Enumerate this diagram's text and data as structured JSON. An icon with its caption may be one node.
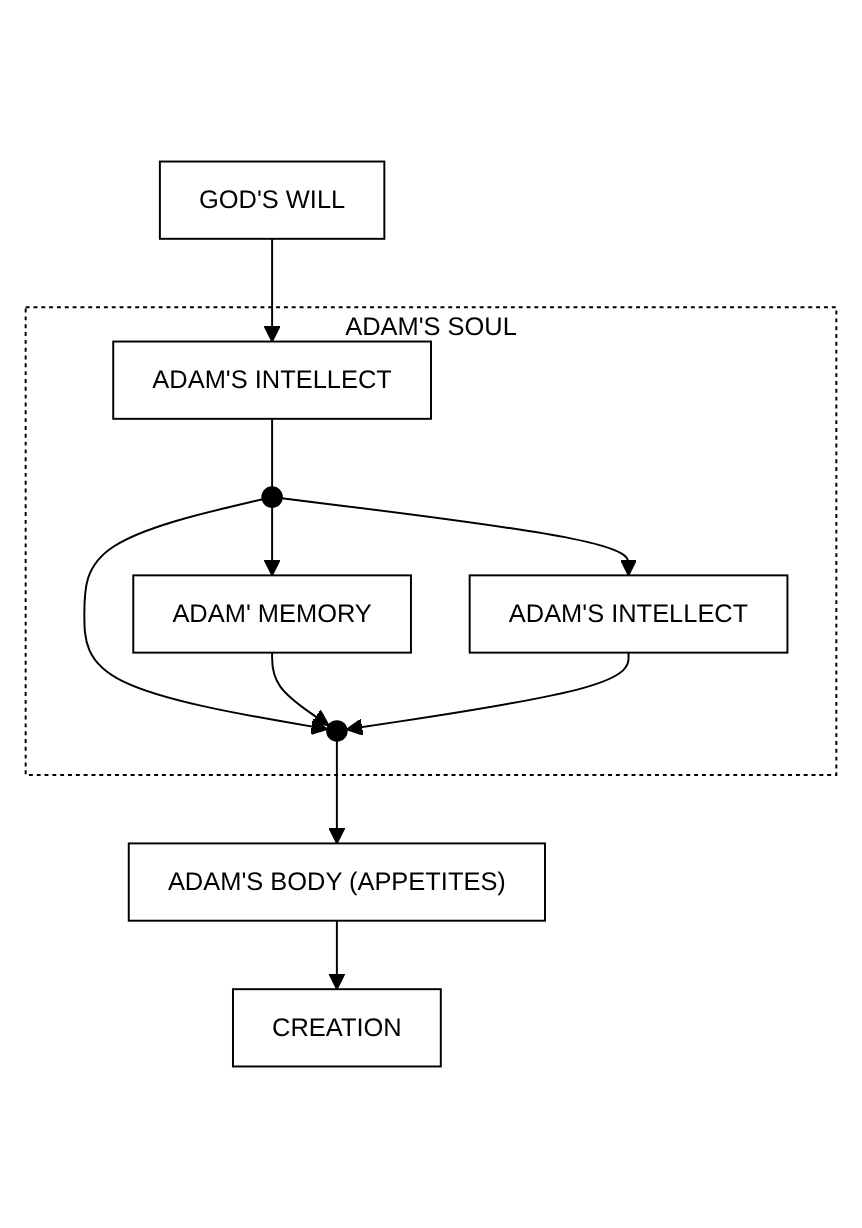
{
  "diagram": {
    "nodes": [
      {
        "text": [
          "GOD'S WILL"
        ]
      },
      {
        "text": [
          "ADAM'S SOUL"
        ]
      },
      {
        "text": [
          "ADAM'S INTELLECT"
        ],
        "in": 1
      },
      {
        "text": [],
        "shape": "circle",
        "in": 1
      },
      {
        "text": [
          "ADAM' MEMORY"
        ],
        "in": 1
      },
      {
        "text": [
          "ADAM'S INTELLECT"
        ],
        "in": 1
      },
      {
        "text": [],
        "shape": "circle",
        "in": 1
      },
      {
        "text": [
          "ADAM'S BODY (APPETITES)"
        ]
      },
      {
        "text": [
          "CREATION"
        ]
      }
    ],
    "edges": [
      {
        "from": 0,
        "to": 2,
        "arrow": "to"
      },
      {
        "from": 2,
        "to": 3,
        "arrow": "none"
      },
      {
        "from": 3,
        "to": 4,
        "arrow": "to"
      },
      {
        "from": 3,
        "to": 5,
        "arrow": "to"
      },
      {
        "from": 3,
        "to": 6,
        "arrow": "to"
      },
      {
        "from": 4,
        "to": 6,
        "arrow": "to"
      },
      {
        "from": 5,
        "to": 6,
        "arrow": "to"
      },
      {
        "from": 6,
        "to": 7,
        "arrow": "to"
      },
      {
        "from": 7,
        "to": 8,
        "arrow": "to"
      }
    ]
  }
}
